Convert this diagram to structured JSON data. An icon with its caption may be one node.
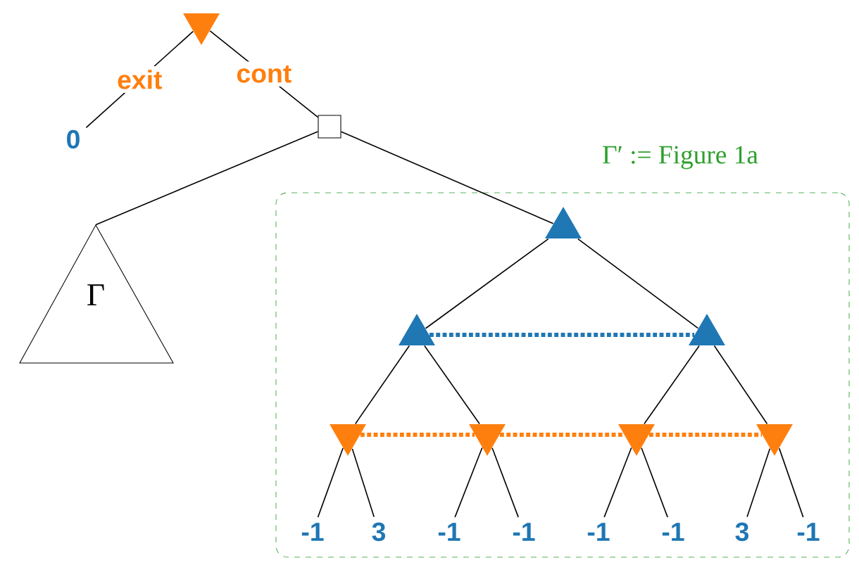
{
  "diagram": {
    "nodes": [
      {
        "text": [],
        "shape": "triangle"
      },
      {
        "text": [
          "0"
        ]
      },
      {
        "text": [],
        "shape": "box"
      },
      {
        "text": [
          "Γ"
        ]
      },
      {
        "text": [
          "Γ′ := Figure 1a"
        ]
      },
      {
        "text": [],
        "shape": "triangle",
        "in": 4
      },
      {
        "text": [],
        "shape": "triangle",
        "in": 4
      },
      {
        "text": [],
        "shape": "triangle",
        "in": 4
      },
      {
        "text": [],
        "shape": "triangle",
        "in": 4
      },
      {
        "text": [],
        "shape": "triangle",
        "in": 4
      },
      {
        "text": [],
        "shape": "triangle",
        "in": 4
      },
      {
        "text": [],
        "shape": "triangle",
        "in": 4
      },
      {
        "text": [
          "-1"
        ],
        "in": 4
      },
      {
        "text": [
          "3"
        ],
        "in": 4
      },
      {
        "text": [
          "-1"
        ],
        "in": 4
      },
      {
        "text": [
          "-1"
        ],
        "in": 4
      },
      {
        "text": [
          "-1"
        ],
        "in": 4
      },
      {
        "text": [
          "-1"
        ],
        "in": 4
      },
      {
        "text": [
          "3"
        ],
        "in": 4
      },
      {
        "text": [
          "-1"
        ],
        "in": 4
      }
    ],
    "edges": [
      {
        "from": 0,
        "to": 1,
        "arrow": "none",
        "label": "exit"
      },
      {
        "from": 0,
        "to": 2,
        "arrow": "none",
        "label": "cont"
      },
      {
        "from": 2,
        "to": 3,
        "arrow": "none"
      },
      {
        "from": 2,
        "to": 5,
        "arrow": "none"
      },
      {
        "from": 5,
        "to": 6,
        "arrow": "none"
      },
      {
        "from": 5,
        "to": 7,
        "arrow": "none"
      },
      {
        "from": 6,
        "to": 7,
        "arrow": "none",
        "style": "dashed",
        "color": "#1f77b4"
      },
      {
        "from": 6,
        "to": 8,
        "arrow": "none"
      },
      {
        "from": 6,
        "to": 9,
        "arrow": "none"
      },
      {
        "from": 7,
        "to": 10,
        "arrow": "none"
      },
      {
        "from": 7,
        "to": 11,
        "arrow": "none"
      },
      {
        "from": 8,
        "to": 9,
        "arrow": "none",
        "style": "dashed",
        "color": "#ff7f0e"
      },
      {
        "from": 9,
        "to": 10,
        "arrow": "none",
        "style": "dashed",
        "color": "#ff7f0e"
      },
      {
        "from": 10,
        "to": 11,
        "arrow": "none",
        "style": "dashed",
        "color": "#ff7f0e"
      },
      {
        "from": 8,
        "to": 12,
        "arrow": "none"
      },
      {
        "from": 8,
        "to": 13,
        "arrow": "none"
      },
      {
        "from": 9,
        "to": 14,
        "arrow": "none"
      },
      {
        "from": 9,
        "to": 15,
        "arrow": "none"
      },
      {
        "from": 10,
        "to": 16,
        "arrow": "none"
      },
      {
        "from": 10,
        "to": 17,
        "arrow": "none"
      },
      {
        "from": 11,
        "to": 18,
        "arrow": "none"
      },
      {
        "from": 11,
        "to": 19,
        "arrow": "none"
      }
    ]
  }
}
